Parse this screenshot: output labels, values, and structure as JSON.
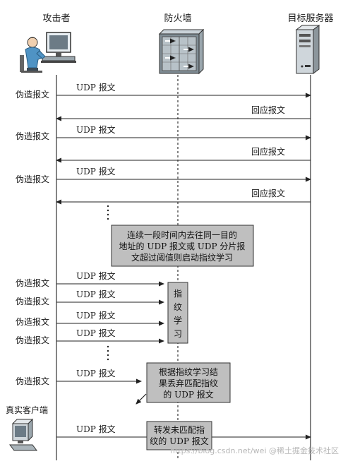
{
  "actors": {
    "attacker": "攻击者",
    "firewall": "防火墙",
    "server": "目标服务器",
    "real_client": "真实客户端"
  },
  "labels": {
    "forged": "伪造报文",
    "udp": "UDP 报文",
    "response": "回应报文"
  },
  "boxes": {
    "threshold": [
      "连续一段时间内去往同一目的",
      "地址的 UDP 报文或 UDP 分片报",
      "文超过阈值则启动指纹学习"
    ],
    "learning": [
      "指",
      "纹",
      "学",
      "习"
    ],
    "drop": [
      "根据指纹学习结",
      "果丢弃匹配指纹",
      "的 UDP 报文"
    ],
    "forward": [
      "转发未匹配指",
      "纹的 UDP 报文"
    ]
  },
  "watermark": "https://blog.csdn.net/wei @稀土掘金技术社区"
}
